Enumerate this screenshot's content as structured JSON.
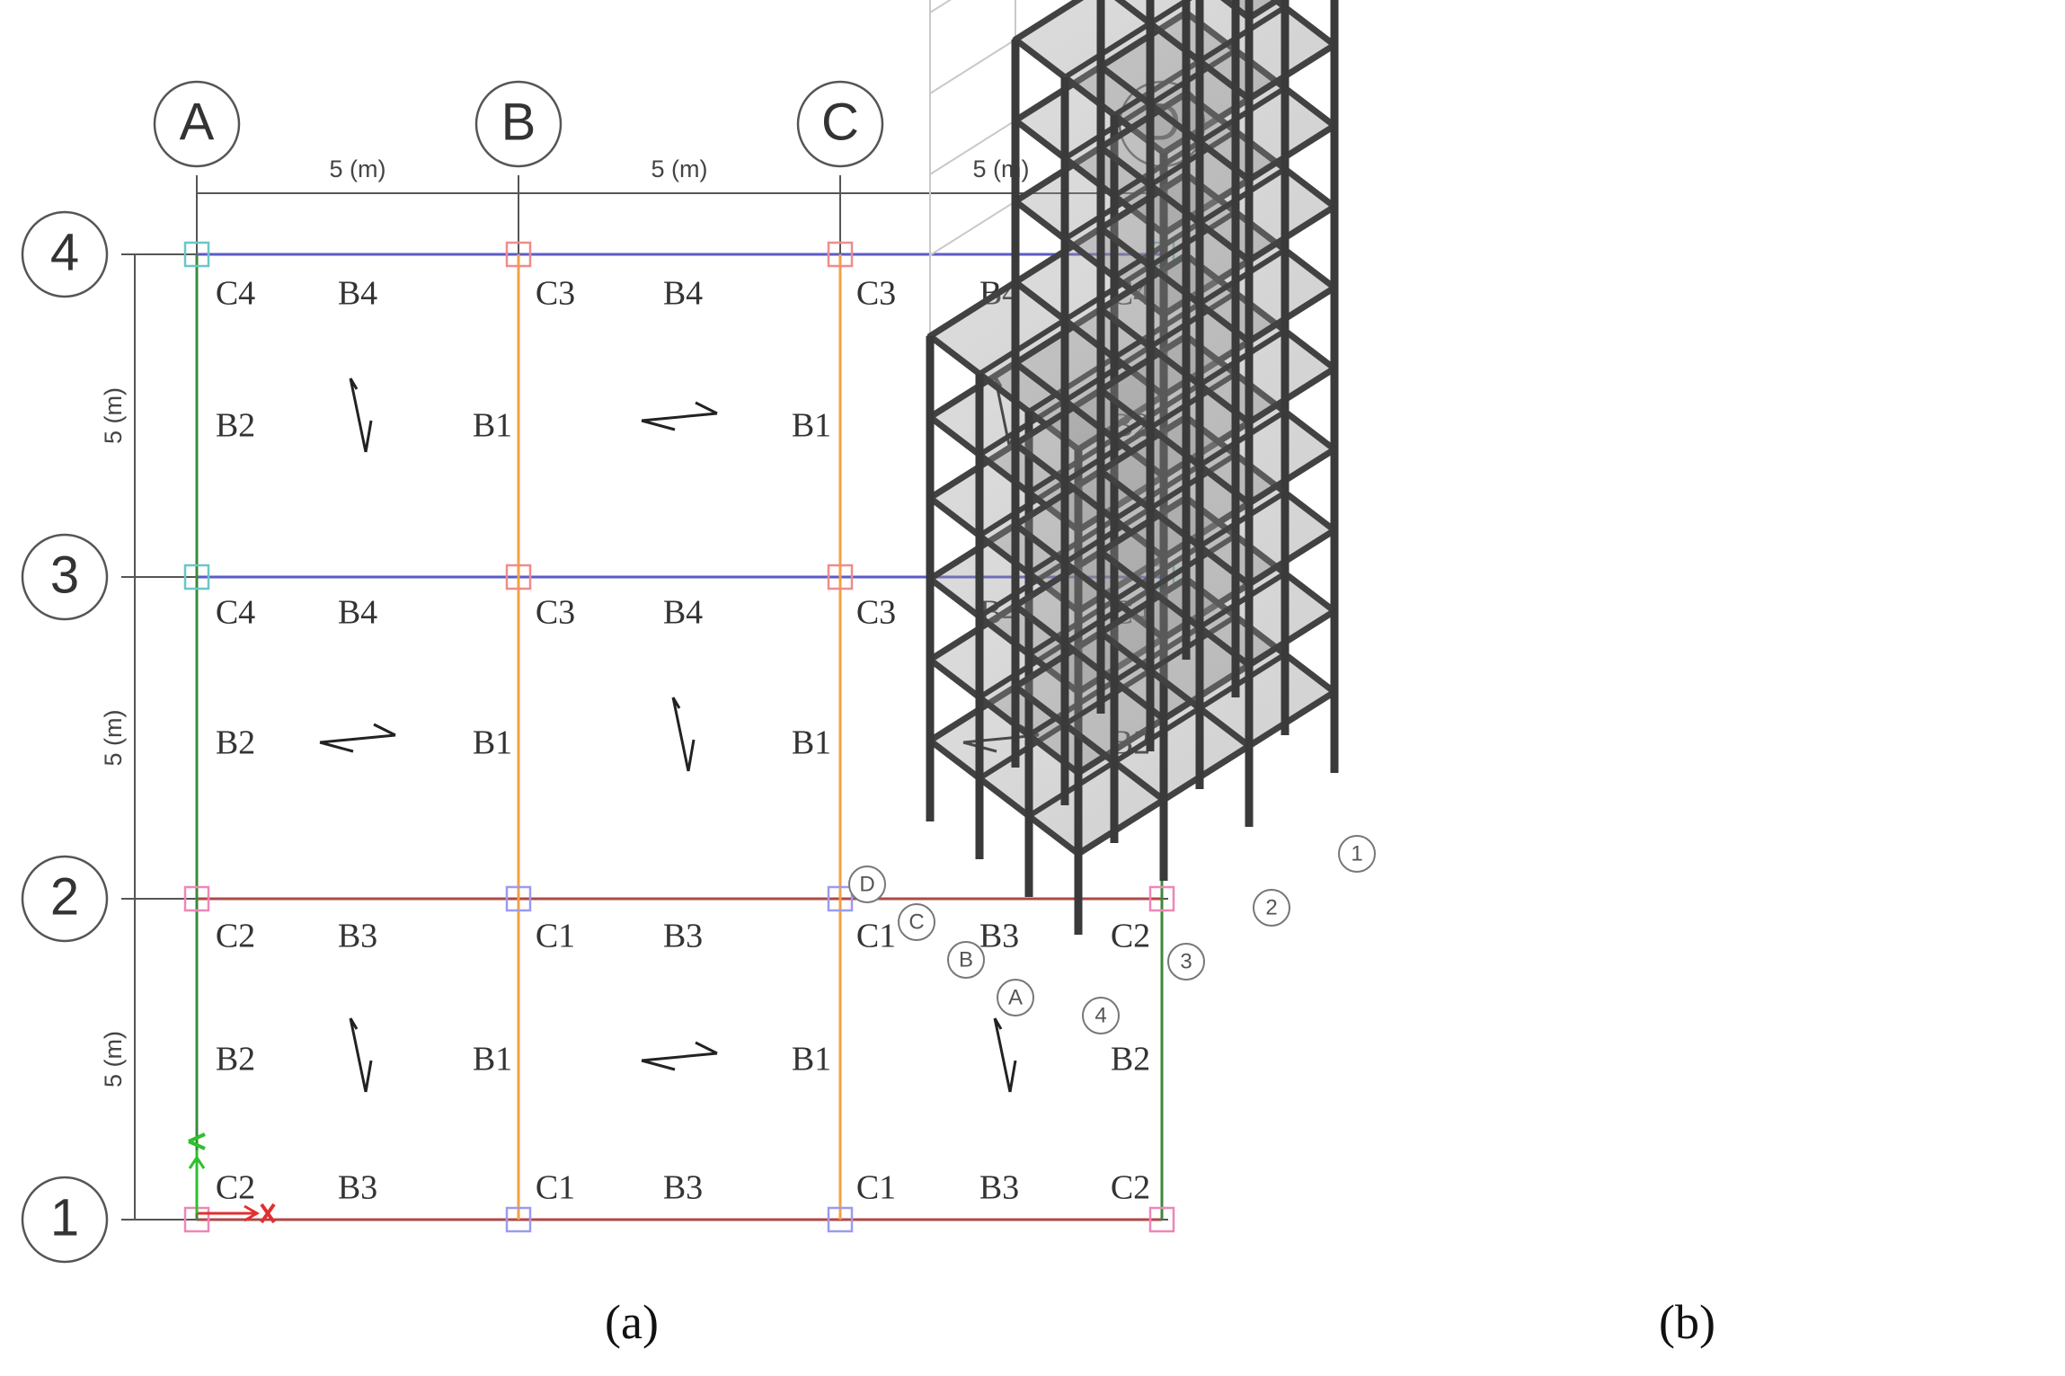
{
  "grid": {
    "columns": [
      "A",
      "B",
      "C",
      "D"
    ],
    "rows": [
      "1",
      "2",
      "3",
      "4"
    ],
    "spacing_label": "5 (m)"
  },
  "plan_labels": {
    "row4_top": [
      "C4",
      "B4",
      "C3",
      "B4",
      "C3",
      "B4",
      "C4"
    ],
    "row4_mid": [
      "B2",
      "B1",
      "B1",
      "B2"
    ],
    "row3_top": [
      "C4",
      "B4",
      "C3",
      "B4",
      "C3",
      "B4",
      "C4"
    ],
    "row3_mid": [
      "B2",
      "B1",
      "B1",
      "B2"
    ],
    "row2_top": [
      "C2",
      "B3",
      "C1",
      "B3",
      "C1",
      "B3",
      "C2"
    ],
    "row2_mid": [
      "B2",
      "B1",
      "B1",
      "B2"
    ],
    "row1_top": [
      "C2",
      "B3",
      "C1",
      "B3",
      "C1",
      "B3",
      "C2"
    ]
  },
  "tags_3d": {
    "columns": [
      "A",
      "B",
      "C",
      "D"
    ],
    "rows": [
      "4",
      "3",
      "2",
      "1"
    ]
  },
  "captions": {
    "a": "(a)",
    "b": "(b)"
  },
  "colors": {
    "blue_beam": "#5b5bc8",
    "red_beam": "#b04848",
    "green_beam": "#3a8a3a",
    "orange_beam": "#f5a040",
    "cyan_marker": "#6cc6c6",
    "pink_marker": "#ef86b8",
    "salmon_marker": "#ee8c8c",
    "violet_marker": "#9b9bef",
    "frame": "#424242"
  }
}
